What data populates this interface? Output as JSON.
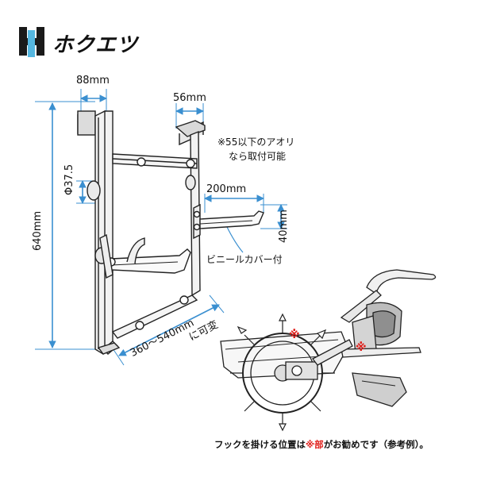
{
  "brand": {
    "name": "ホクエツ",
    "logo_icon": "hokuetsu-h-logo-icon",
    "accent_color": "#55b7e0"
  },
  "dimensions": {
    "width_top": "88mm",
    "hook_gap": "56mm",
    "diameter": "Φ37.5",
    "height": "640mm",
    "arm_length": "200mm",
    "arm_height": "40mm",
    "adjustable_range": "360～540mm",
    "adjustable_suffix": "に可変"
  },
  "notes": {
    "aori_line1": "※55以下のアオリ",
    "aori_line2": "なら取付可能",
    "vinyl_cover": "ビニールカバー付"
  },
  "caption": {
    "prefix": "フックを掛ける位置は",
    "highlight": "※部",
    "suffix": "がお勧めです（参考例）。",
    "highlight_color": "#e0201c"
  }
}
